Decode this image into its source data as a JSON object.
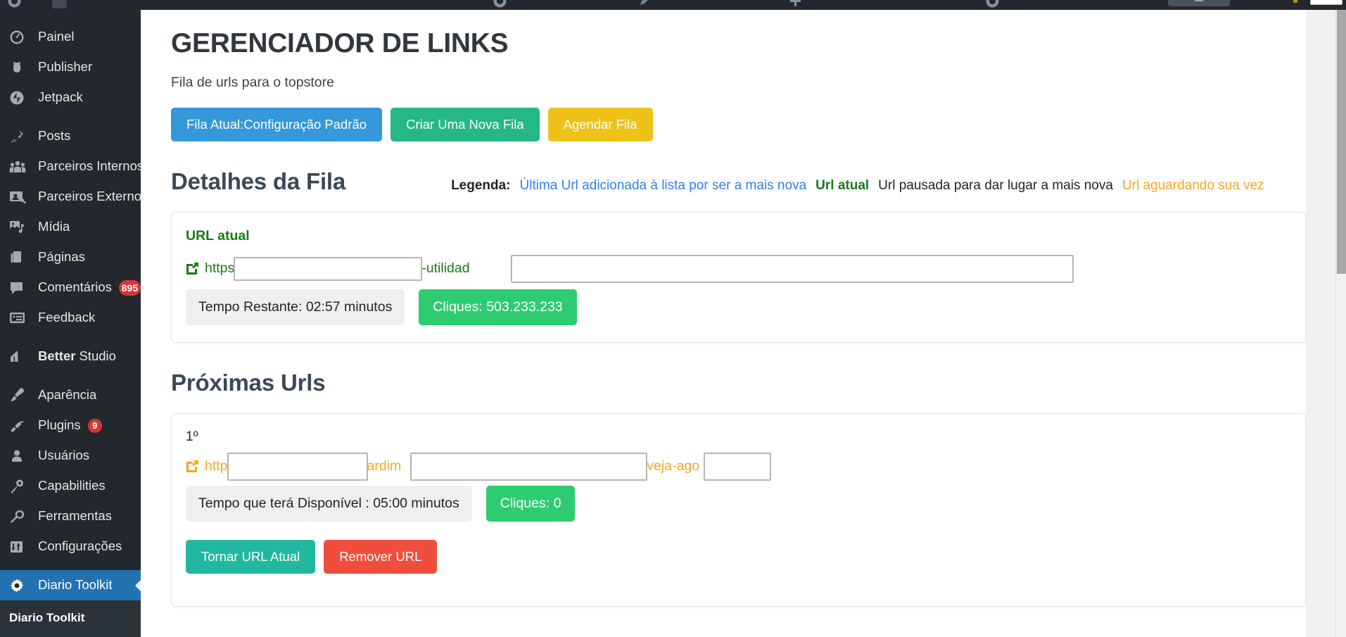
{
  "adminbar": {
    "icons": [
      "wordpress-logo-icon",
      "dashboard-icon",
      "comment-bubble-icon",
      "edit-pencil-icon",
      "plus-icon",
      "jetpack-icon",
      "user-avatar-icon",
      "notification-dot-icon",
      "window-icon"
    ]
  },
  "sidebar": {
    "items": [
      {
        "label": "Painel",
        "icon": "dashboard-icon",
        "name": "sidebar-item-painel",
        "badge": null,
        "separator": false,
        "active": false
      },
      {
        "label": "Publisher",
        "icon": "publisher-icon",
        "name": "sidebar-item-publisher",
        "badge": null,
        "separator": false,
        "active": false
      },
      {
        "label": "Jetpack",
        "icon": "jetpack-icon",
        "name": "sidebar-item-jetpack",
        "badge": null,
        "separator": false,
        "active": false
      },
      {
        "label": "Posts",
        "icon": "pin-icon",
        "name": "sidebar-item-posts",
        "badge": null,
        "separator": true,
        "active": false
      },
      {
        "label": "Parceiros Internos",
        "icon": "group-users-icon",
        "name": "sidebar-item-parceiros-internos",
        "badge": null,
        "separator": false,
        "active": false
      },
      {
        "label": "Parceiros Externos",
        "icon": "user-card-icon",
        "name": "sidebar-item-parceiros-externos",
        "badge": null,
        "separator": false,
        "active": false
      },
      {
        "label": "Mídia",
        "icon": "media-icon",
        "name": "sidebar-item-midia",
        "badge": null,
        "separator": false,
        "active": false
      },
      {
        "label": "Páginas",
        "icon": "pages-icon",
        "name": "sidebar-item-paginas",
        "badge": null,
        "separator": false,
        "active": false
      },
      {
        "label": "Comentários",
        "icon": "comment-bubble-icon",
        "name": "sidebar-item-comentarios",
        "badge": "895",
        "separator": false,
        "active": false
      },
      {
        "label": "Feedback",
        "icon": "feedback-icon",
        "name": "sidebar-item-feedback",
        "badge": null,
        "separator": false,
        "active": false
      },
      {
        "label": "Better Studio",
        "icon": "chart-bars-icon",
        "name": "sidebar-item-better-studio",
        "badge": null,
        "separator": true,
        "active": false,
        "bold_prefix": "Better",
        "rest": "Studio"
      },
      {
        "label": "Aparência",
        "icon": "paintbrush-icon",
        "name": "sidebar-item-aparencia",
        "badge": null,
        "separator": true,
        "active": false
      },
      {
        "label": "Plugins",
        "icon": "plug-icon",
        "name": "sidebar-item-plugins",
        "badge": "9",
        "separator": false,
        "active": false
      },
      {
        "label": "Usuários",
        "icon": "user-icon",
        "name": "sidebar-item-usuarios",
        "badge": null,
        "separator": false,
        "active": false
      },
      {
        "label": "Capabilities",
        "icon": "key-icon",
        "name": "sidebar-item-capabilities",
        "badge": null,
        "separator": false,
        "active": false
      },
      {
        "label": "Ferramentas",
        "icon": "wrench-icon",
        "name": "sidebar-item-ferramentas",
        "badge": null,
        "separator": false,
        "active": false
      },
      {
        "label": "Configurações",
        "icon": "sliders-icon",
        "name": "sidebar-item-configuracoes",
        "badge": null,
        "separator": false,
        "active": false
      },
      {
        "label": "Diario Toolkit",
        "icon": "gear-icon",
        "name": "sidebar-item-diario-toolkit",
        "badge": null,
        "separator": true,
        "active": true
      }
    ],
    "submenu": [
      {
        "label": "Diario Toolkit",
        "name": "submenu-item-diario-toolkit"
      }
    ]
  },
  "main": {
    "page_title": "GERENCIADOR DE LINKS",
    "subtitle": "Fila de urls para o topstore",
    "buttons": {
      "current_queue": "Fila Atual:Configuração Padrão",
      "create_queue": "Criar Uma Nova Fila",
      "schedule_queue": "Agendar Fila"
    },
    "details": {
      "title": "Detalhes da Fila",
      "legend_label": "Legenda:",
      "legend": [
        {
          "text": "Última Url adicionada à lista por ser a mais nova",
          "color": "#2f80ed",
          "name": "legend-newest-url"
        },
        {
          "text": "Url atual",
          "color": "#1a7a1a",
          "name": "legend-current-url"
        },
        {
          "text": "Url pausada para dar lugar a mais nova",
          "color": "#1d2327",
          "name": "legend-paused-url"
        },
        {
          "text": "Url aguardando sua vez",
          "color": "#f5a623",
          "name": "legend-waiting-url"
        }
      ]
    },
    "current_url_card": {
      "label": "URL atual",
      "url_prefix": "https",
      "url_middle": "-utilidad",
      "time_remaining": "Tempo Restante: 02:57 minutos",
      "clicks": "Cliques: 503.233.233"
    },
    "next_urls": {
      "title": "Próximas Urls",
      "items": [
        {
          "rank": "1º",
          "url_prefix": "http",
          "url_middle": "ardim",
          "url_tail": "veja-ago",
          "time_available": "Tempo que terá Disponível : 05:00 minutos",
          "clicks": "Cliques: 0",
          "make_current_label": "Tornar URL Atual",
          "remove_label": "Remover URL"
        }
      ]
    }
  },
  "colors": {
    "accent_blue": "#3498db",
    "accent_green": "#25b884",
    "accent_yellow": "#eec218",
    "accent_teal": "#22b8a0",
    "accent_red": "#ef4e3c",
    "clicks_green": "#2ecc71",
    "sidebar_bg": "#23282d",
    "sidebar_active": "#2271b1",
    "badge_red": "#d63638"
  }
}
